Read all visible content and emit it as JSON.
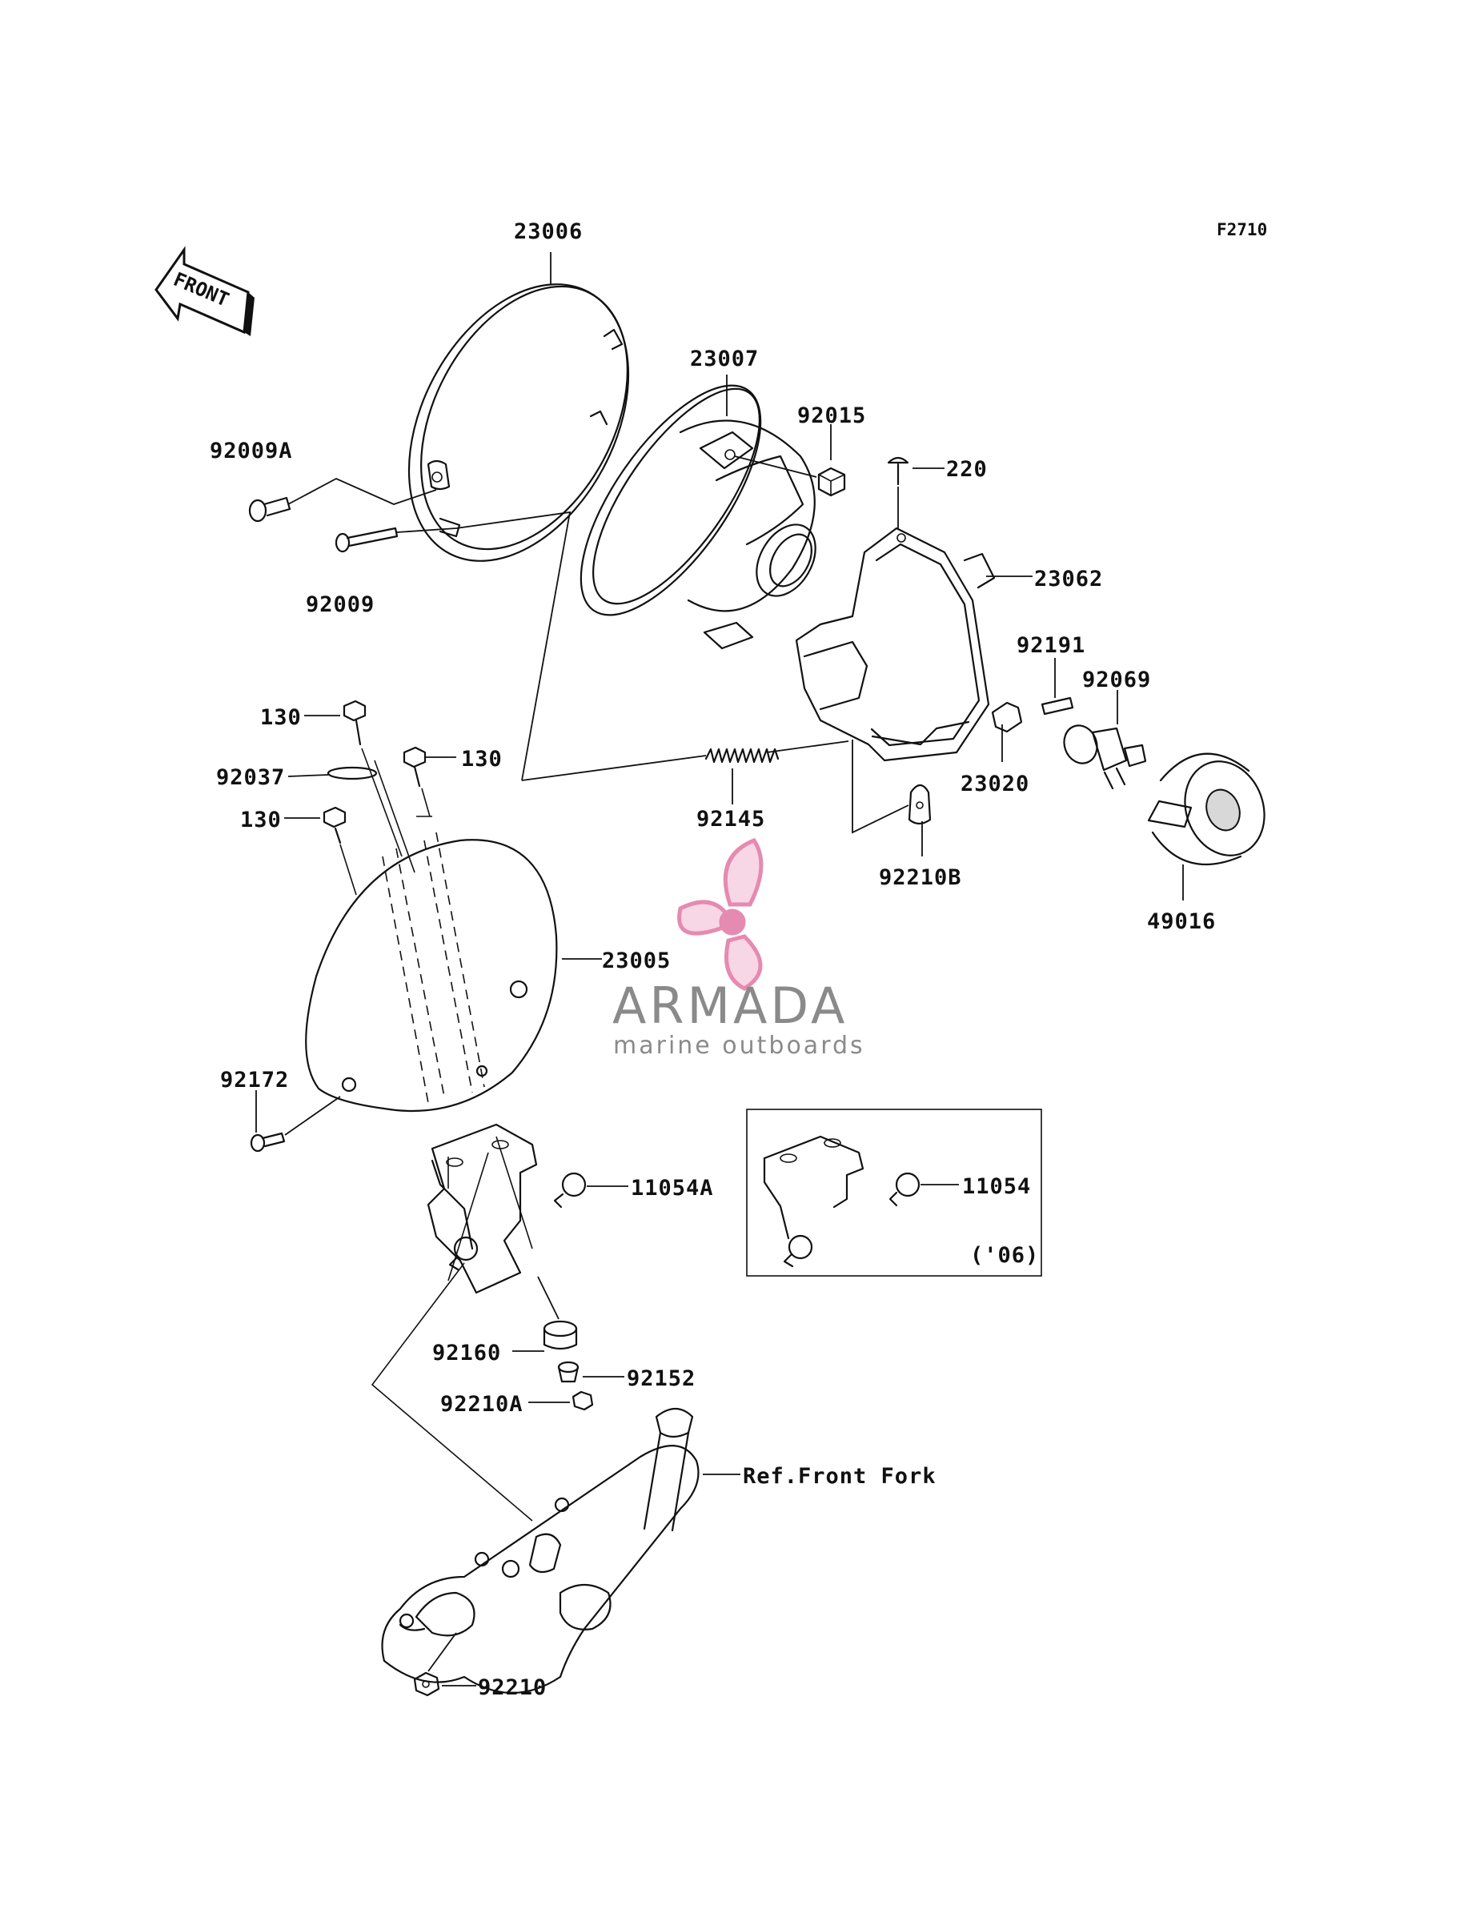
{
  "figure_code": "F2710",
  "direction_label": "FRONT",
  "watermark": {
    "brand": "ARMADA",
    "tagline": "marine outboards",
    "color": "#e58ab0"
  },
  "callouts": {
    "p23006": "23006",
    "p23007": "23007",
    "p92015": "92015",
    "p220": "220",
    "p92009A": "92009A",
    "p92009": "92009",
    "p23062": "23062",
    "p92191": "92191",
    "p92069": "92069",
    "p130a": "130",
    "p130b": "130",
    "p130c": "130",
    "p92037": "92037",
    "p92145": "92145",
    "p23020": "23020",
    "p92210B": "92210B",
    "p49016": "49016",
    "p23005": "23005",
    "p92172": "92172",
    "p11054A": "11054A",
    "p11054": "11054",
    "p92160": "92160",
    "p92152": "92152",
    "p92210A": "92210A",
    "ref_front_fork": "Ref.Front Fork",
    "p92210": "92210"
  },
  "inset_note": "('06)"
}
